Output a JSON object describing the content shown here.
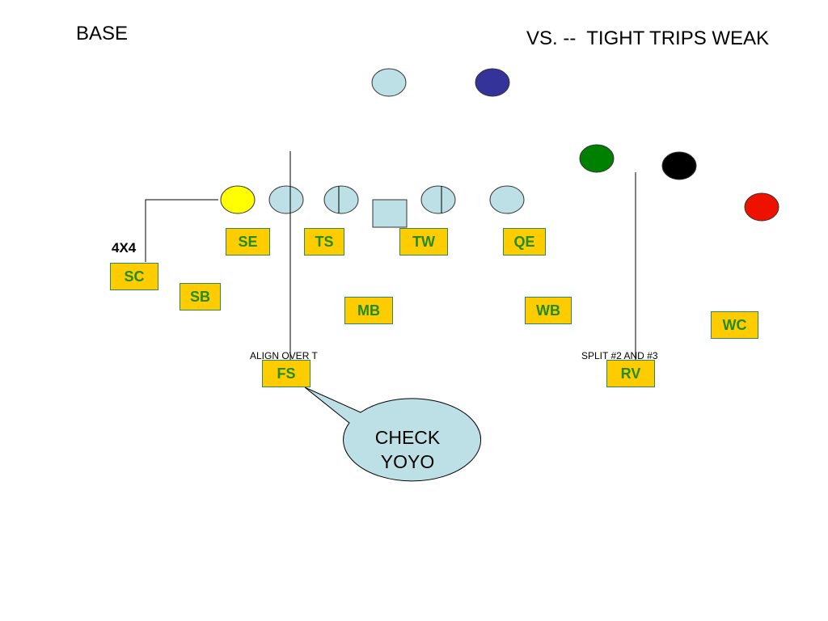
{
  "header": {
    "title_left": "BASE",
    "title_right": "VS. --  TIGHT TRIPS WEAK"
  },
  "tag": "4X4",
  "notes": {
    "align": "ALIGN OVER T",
    "split": "SPLIT #2 AND #3"
  },
  "callout": {
    "line1": "CHECK",
    "line2": "YOYO"
  },
  "defenders": {
    "se": "SE",
    "ts": "TS",
    "tw": "TW",
    "qe": "QE",
    "sc": "SC",
    "sb": "SB",
    "mb": "MB",
    "wb": "WB",
    "wc": "WC",
    "fs": "FS",
    "rv": "RV"
  },
  "colors": {
    "defender_fill": "#ffcc00",
    "defender_text": "#228b22",
    "offense_light": "#bde0e6",
    "back_dark_blue": "#333399",
    "receiver_yellow": "#ffff00",
    "receiver_green": "#008000",
    "receiver_black": "#000000",
    "receiver_red": "#ee1100"
  },
  "icons": {
    "offense": "offense-player-ellipse",
    "center": "center-square",
    "callout": "speech-bubble"
  }
}
